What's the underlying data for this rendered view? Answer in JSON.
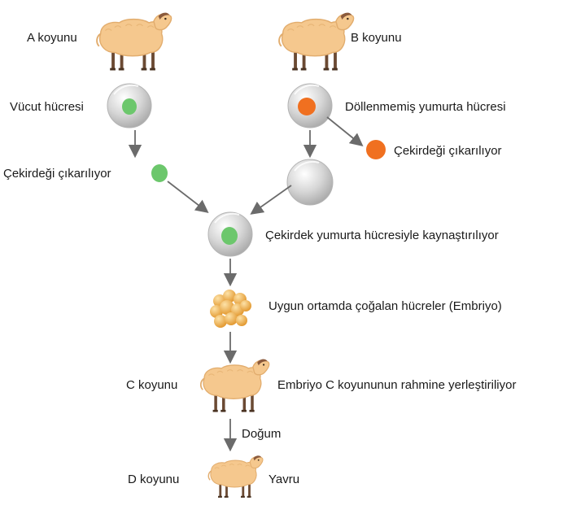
{
  "labels": {
    "sheep_a": "A koyunu",
    "sheep_b": "B koyunu",
    "body_cell": "Vücut hücresi",
    "unfertilized_egg": "Döllenmemiş yumurta hücresi",
    "nucleus_removed_left": "Çekirdeği çıkarılıyor",
    "nucleus_removed_right": "Çekirdeği çıkarılıyor",
    "fusion": "Çekirdek yumurta hücresiyle kaynaştırılıyor",
    "embryo": "Uygun ortamda çoğalan hücreler (Embriyo)",
    "sheep_c": "C koyunu",
    "implant": "Embriyo C koyununun rahmine yerleştiriliyor",
    "birth": "Doğum",
    "sheep_d": "D koyunu",
    "offspring": "Yavru"
  },
  "colors": {
    "wool": "#f5c88e",
    "wool_outline": "#e2ad6e",
    "sheep_leg": "#6b4a33",
    "cell_fill": "#d2d2d2",
    "cell_outline": "#b4b4b4",
    "nucleus_green": "#6cc76c",
    "nucleus_orange": "#f07020",
    "embryo_cells": "#f0b04a",
    "arrow": "#6b6b6b"
  }
}
